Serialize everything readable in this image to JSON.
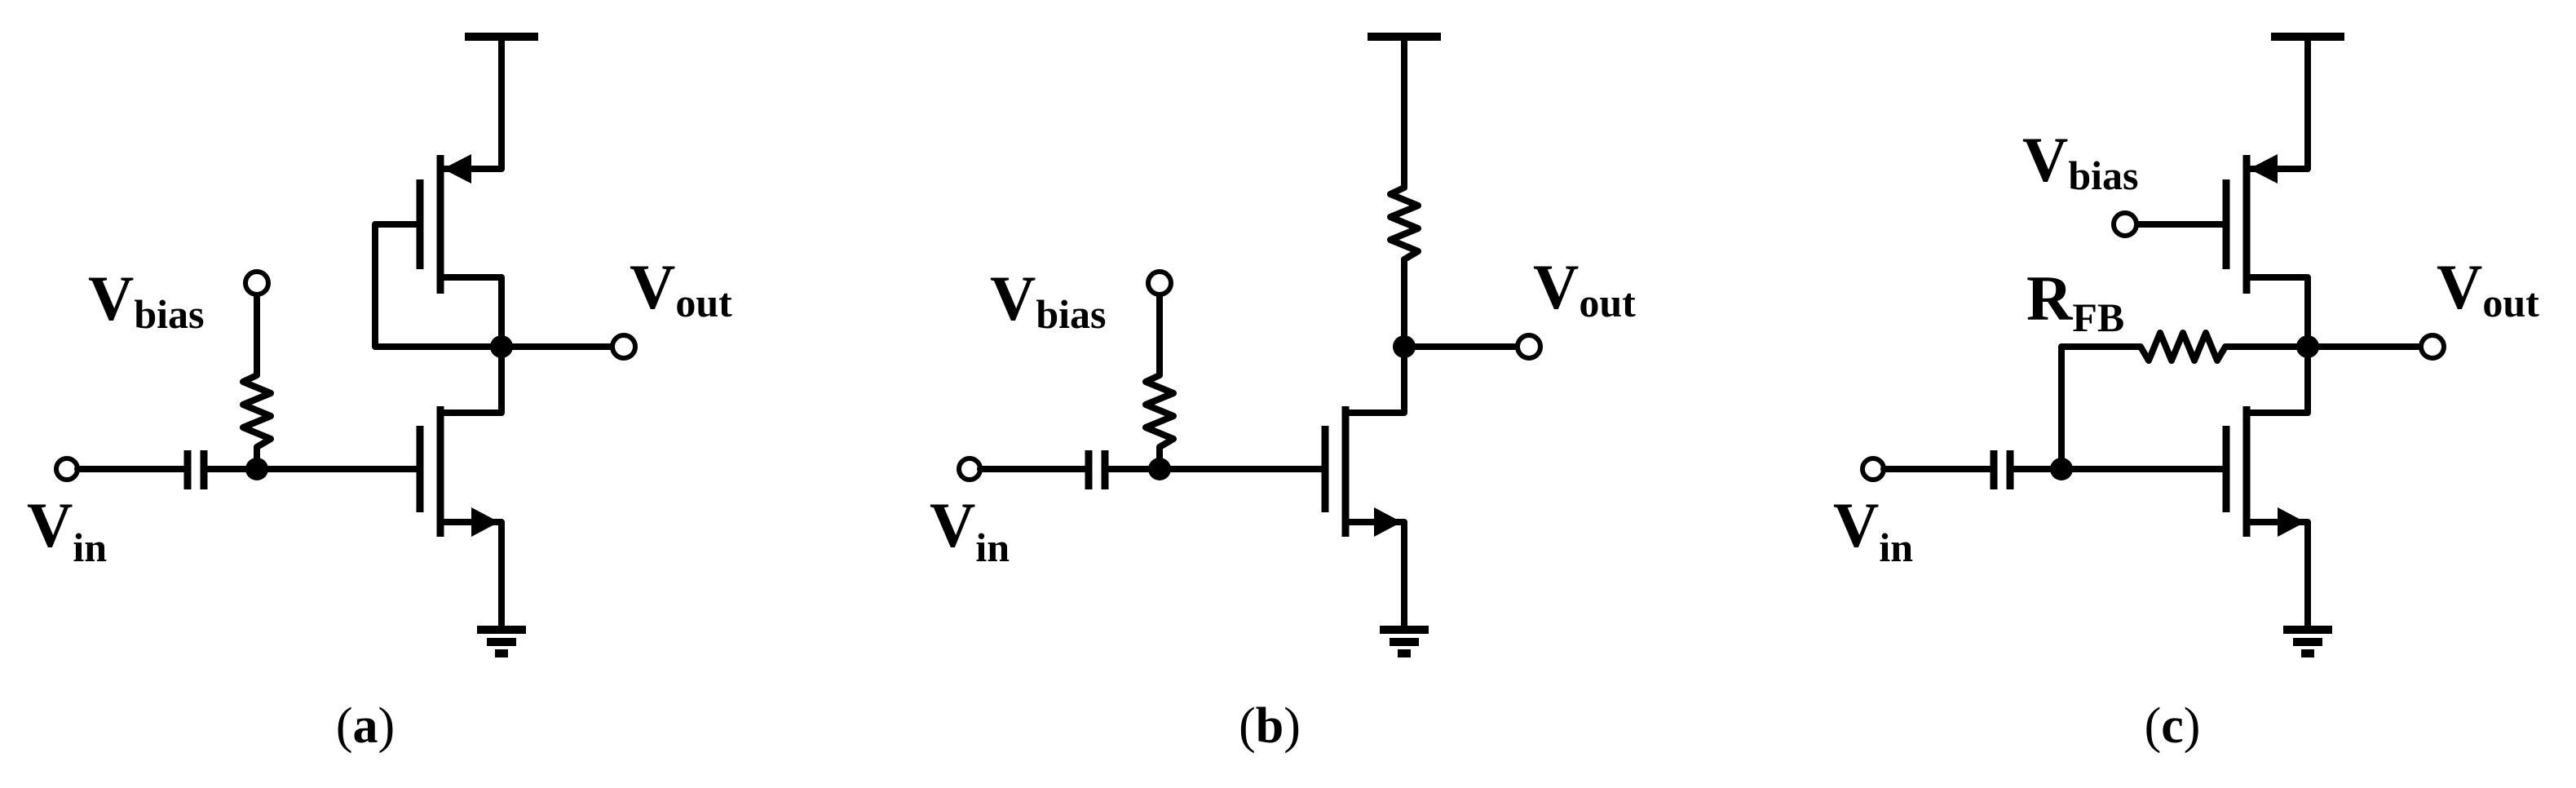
{
  "circuits": [
    {
      "label_open": "(",
      "label_letter": "a",
      "label_close": ")",
      "vin": {
        "main": "V",
        "sub": "in"
      },
      "vbias": {
        "main": "V",
        "sub": "bias"
      },
      "vout": {
        "main": "V",
        "sub": "out"
      }
    },
    {
      "label_open": "(",
      "label_letter": "b",
      "label_close": ")",
      "vin": {
        "main": "V",
        "sub": "in"
      },
      "vbias": {
        "main": "V",
        "sub": "bias"
      },
      "vout": {
        "main": "V",
        "sub": "out"
      }
    },
    {
      "label_open": "(",
      "label_letter": "c",
      "label_close": ")",
      "vin": {
        "main": "V",
        "sub": "in"
      },
      "vbias": {
        "main": "V",
        "sub": "bias"
      },
      "vout": {
        "main": "V",
        "sub": "out"
      },
      "rfb": {
        "main": "R",
        "sub": "FB"
      }
    }
  ]
}
